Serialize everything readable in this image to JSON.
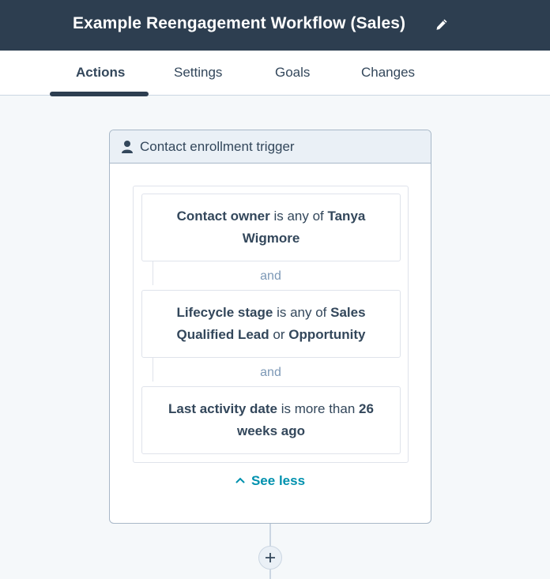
{
  "header": {
    "title": "Example Reengagement Workflow (Sales)",
    "edit_icon": "pencil-icon"
  },
  "tabs": [
    {
      "label": "Actions",
      "active": true
    },
    {
      "label": "Settings",
      "active": false
    },
    {
      "label": "Goals",
      "active": false
    },
    {
      "label": "Changes",
      "active": false
    }
  ],
  "trigger_card": {
    "icon": "contact-person-icon",
    "title": "Contact enrollment trigger",
    "conditions": [
      {
        "field": "Contact owner",
        "operator": "is any of",
        "value1": "Tanya Wigmore"
      },
      {
        "field": "Lifecycle stage",
        "operator": "is any of",
        "value1": "Sales Qualified Lead",
        "joiner": "or",
        "value2": "Opportunity"
      },
      {
        "field": "Last activity date",
        "operator": "is more than",
        "value1": "26 weeks ago"
      }
    ],
    "and_label": "and",
    "see_less_label": "See less"
  },
  "add_action": {
    "icon": "plus-icon"
  },
  "colors": {
    "header_bg": "#2d3e50",
    "accent_link": "#0091ae",
    "card_header_bg": "#eaf0f6",
    "canvas_bg": "#f5f8fa"
  }
}
